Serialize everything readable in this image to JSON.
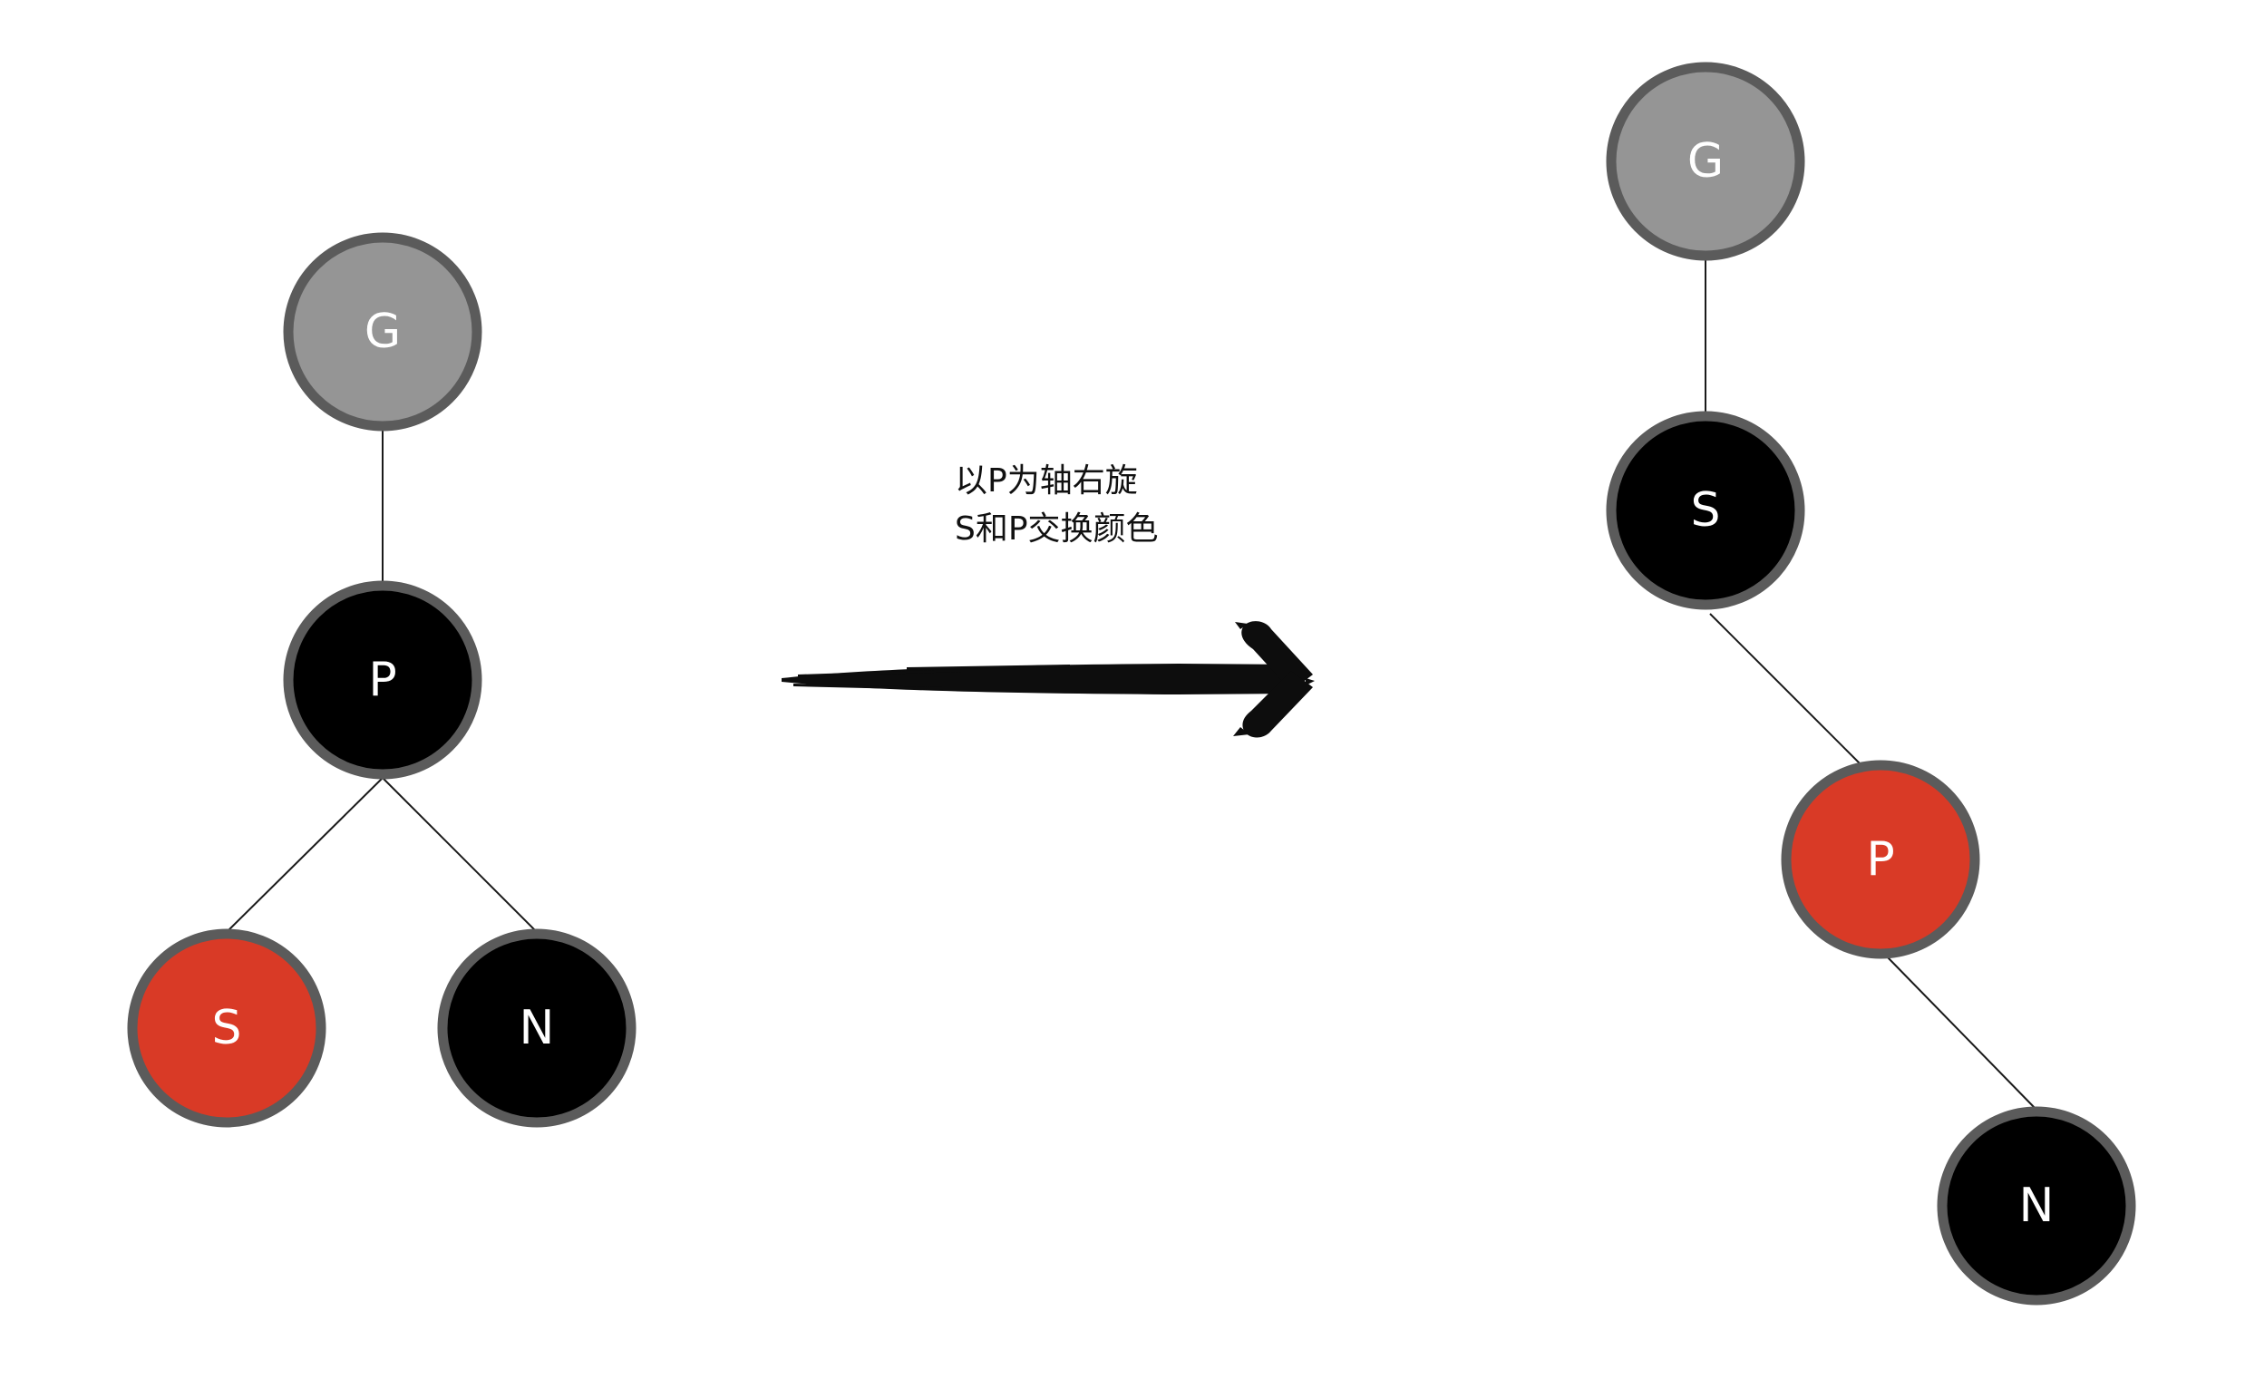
{
  "colors": {
    "gray_node": "#959595",
    "black_node": "#000000",
    "red_node": "#d93a26",
    "node_border": "#5b5b5b",
    "edge": "#1a1a1a",
    "arrow": "#0d0d0d",
    "label": "#ffffff"
  },
  "caption": {
    "line1": "以P为轴右旋",
    "line2": "S和P交换颜色"
  },
  "before_tree": {
    "nodes": [
      {
        "id": "G",
        "label": "G",
        "color": "gray"
      },
      {
        "id": "P",
        "label": "P",
        "color": "black"
      },
      {
        "id": "S",
        "label": "S",
        "color": "red"
      },
      {
        "id": "N",
        "label": "N",
        "color": "black"
      }
    ],
    "edges": [
      [
        "G",
        "P"
      ],
      [
        "P",
        "S"
      ],
      [
        "P",
        "N"
      ]
    ]
  },
  "after_tree": {
    "nodes": [
      {
        "id": "G",
        "label": "G",
        "color": "gray"
      },
      {
        "id": "S",
        "label": "S",
        "color": "black"
      },
      {
        "id": "P",
        "label": "P",
        "color": "red"
      },
      {
        "id": "N",
        "label": "N",
        "color": "black"
      }
    ],
    "edges": [
      [
        "G",
        "S"
      ],
      [
        "S",
        "P"
      ],
      [
        "P",
        "N"
      ]
    ]
  },
  "arrow": {
    "icon": "brush-arrow-right-icon"
  }
}
